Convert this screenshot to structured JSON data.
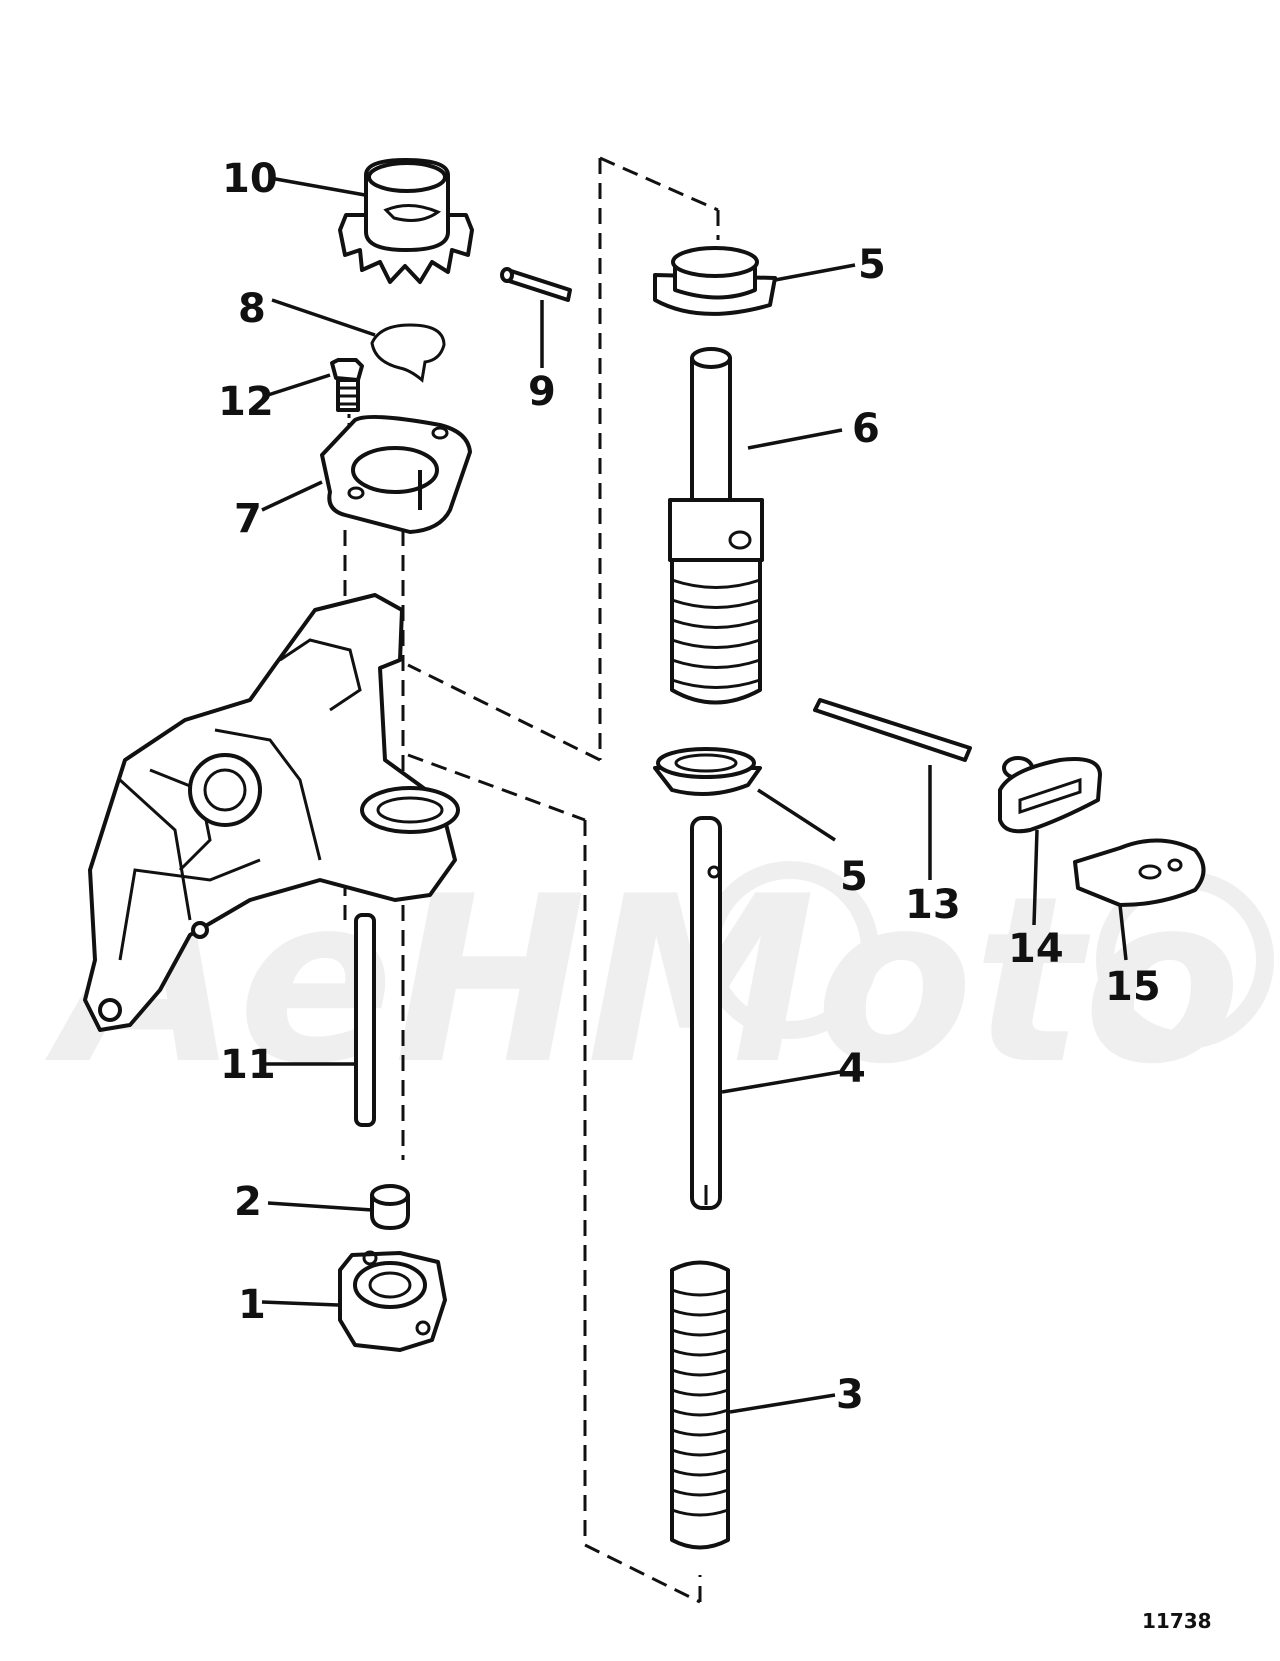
{
  "callouts": {
    "c1": "1",
    "c2": "2",
    "c3": "3",
    "c4": "4",
    "c5a": "5",
    "c5b": "5",
    "c6": "6",
    "c7": "7",
    "c8": "8",
    "c9": "9",
    "c10": "10",
    "c11": "11",
    "c12": "12",
    "c13": "13",
    "c14": "14",
    "c15": "15"
  },
  "drawing_number": "11738",
  "watermark": "AeHMoto",
  "colors": {
    "ink": "#111111",
    "paper": "#ffffff",
    "watermark": "#e6e6e6"
  }
}
